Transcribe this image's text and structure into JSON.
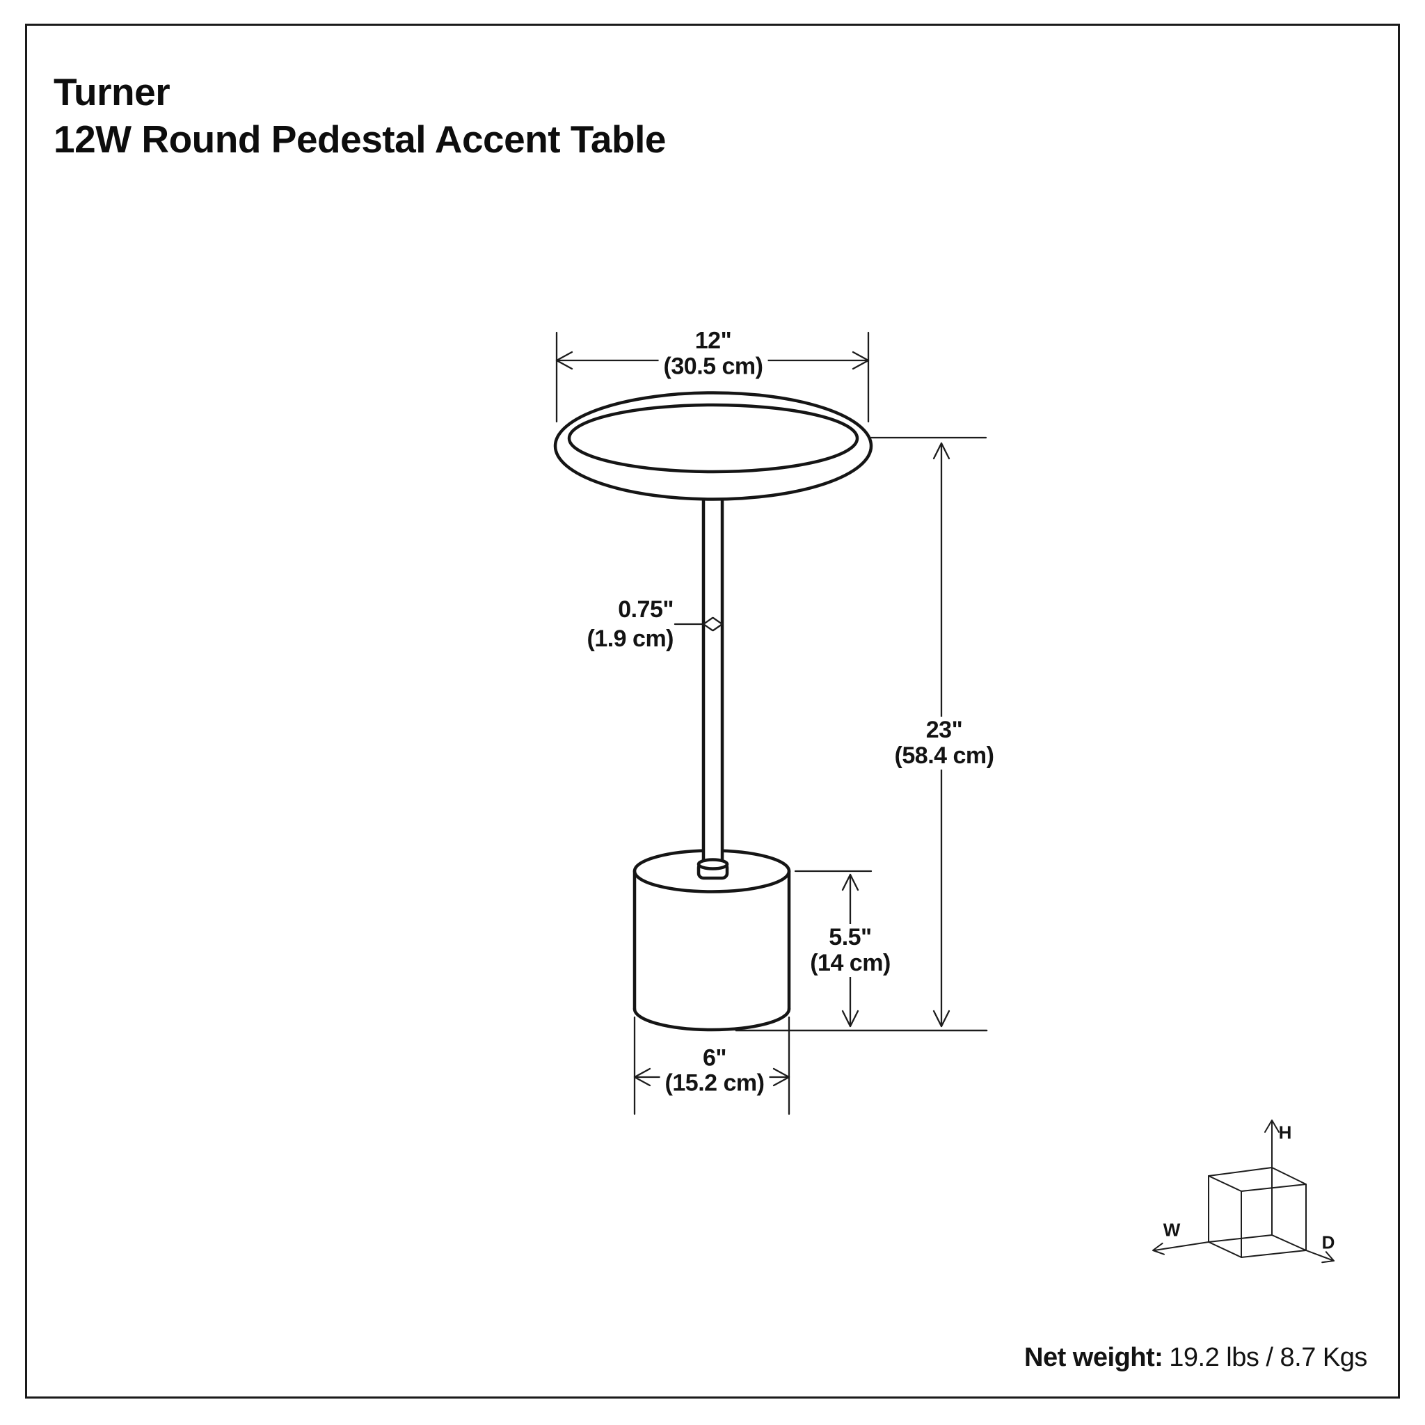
{
  "page": {
    "background": "#ffffff",
    "ink": "#131313"
  },
  "header": {
    "line1": "Turner",
    "line2": "12W Round Pedestal Accent Table"
  },
  "dims": {
    "top_width": {
      "in": "12\"",
      "cm": "(30.5 cm)"
    },
    "pole_diameter": {
      "in": "0.75\"",
      "cm": "(1.9 cm)"
    },
    "overall_height": {
      "in": "23\"",
      "cm": "(58.4 cm)"
    },
    "base_height": {
      "in": "5.5\"",
      "cm": "(14 cm)"
    },
    "base_width": {
      "in": "6\"",
      "cm": "(15.2 cm)"
    }
  },
  "axis_cube": {
    "height": "H",
    "width": "W",
    "depth": "D"
  },
  "net_weight": {
    "label": "Net weight:",
    "value": "19.2 lbs / 8.7 Kgs"
  }
}
